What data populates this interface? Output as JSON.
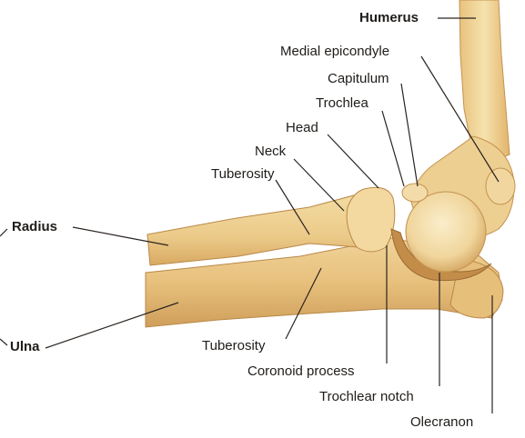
{
  "labels": {
    "humerus": "Humerus",
    "medial_epicondyle": "Medial epicondyle",
    "capitulum": "Capitulum",
    "trochlea": "Trochlea",
    "head": "Head",
    "neck": "Neck",
    "tuberosity_radius": "Tuberosity",
    "radius": "Radius",
    "ulna": "Ulna",
    "tuberosity_ulna": "Tuberosity",
    "coronoid_process": "Coronoid process",
    "trochlear_notch": "Trochlear notch",
    "olecranon": "Olecranon"
  },
  "colors": {
    "bone_light": "#f3dba0",
    "bone_mid": "#e9c47e",
    "bone_dark": "#c79755",
    "leader_line": "#2a2420"
  }
}
